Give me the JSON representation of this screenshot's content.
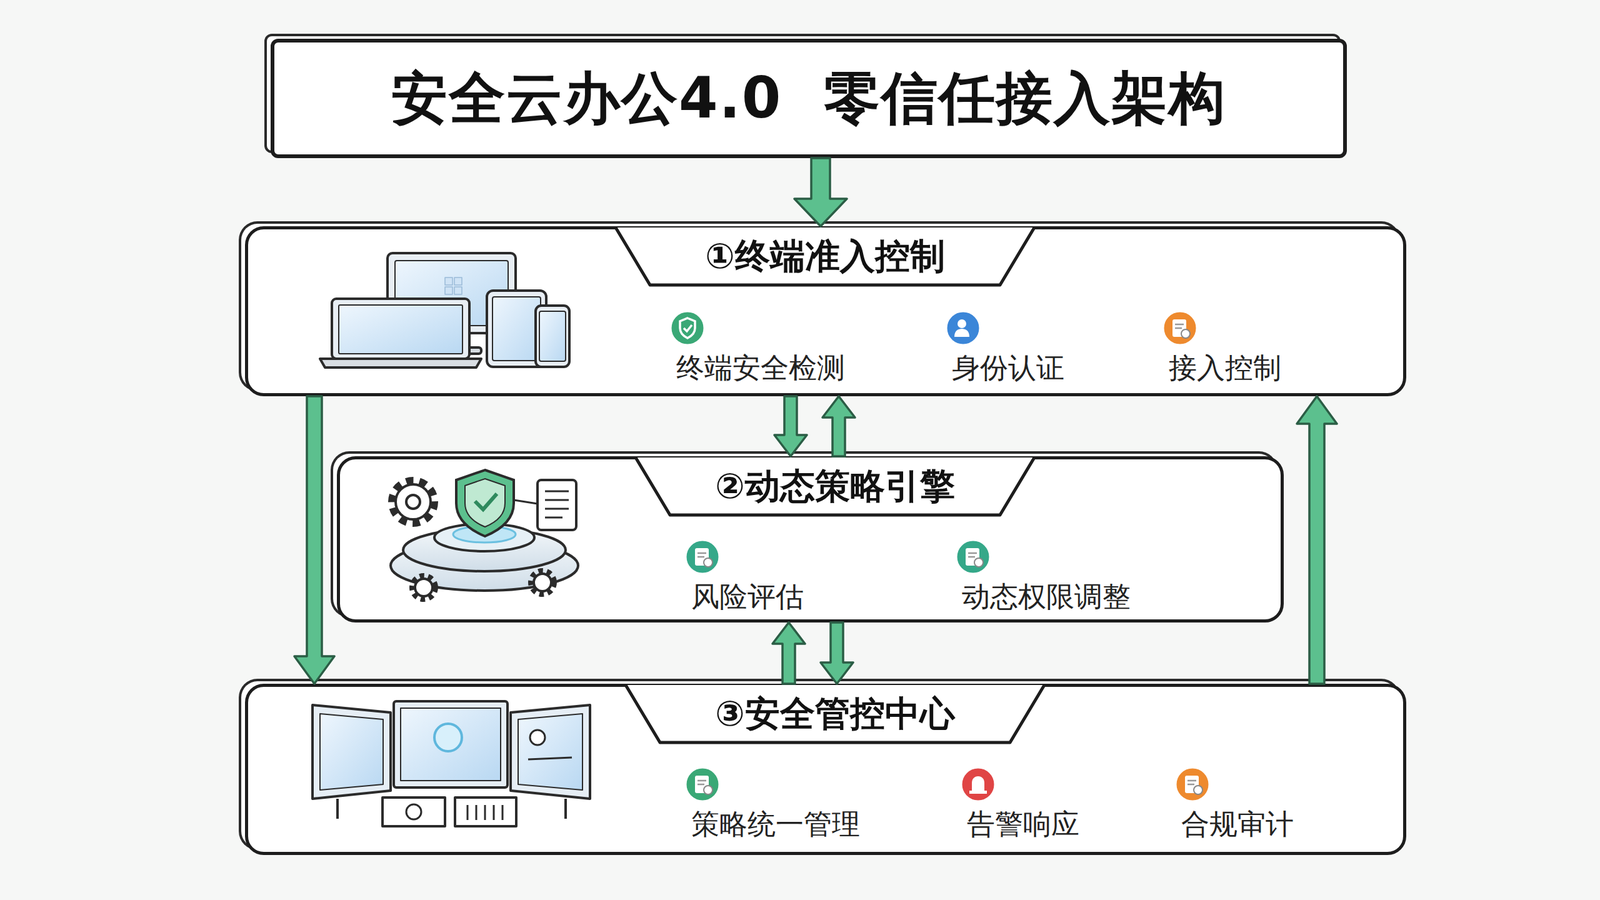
{
  "diagram": {
    "nodes": [
      {
        "text": [
          "安全云办公4.0  零信任接入架构"
        ]
      },
      {
        "text": [
          "①终端准入控制"
        ]
      },
      {
        "text": [
          "终端安全检测"
        ],
        "in": 1
      },
      {
        "text": [
          "身份认证"
        ],
        "in": 1
      },
      {
        "text": [
          "接入控制"
        ],
        "in": 1
      },
      {
        "text": [
          "②动态策略引擎"
        ]
      },
      {
        "text": [
          "风险评估"
        ],
        "in": 5
      },
      {
        "text": [
          "动态权限调整"
        ],
        "in": 5
      },
      {
        "text": [
          "③安全管控中心"
        ]
      },
      {
        "text": [
          "策略统一管理"
        ],
        "in": 8
      },
      {
        "text": [
          "告警响应"
        ],
        "in": 8
      },
      {
        "text": [
          "合规审计"
        ],
        "in": 8
      }
    ],
    "edges": [
      {
        "from": 0,
        "to": 1,
        "arrow": "to"
      },
      {
        "from": 1,
        "to": 5,
        "arrow": "to"
      },
      {
        "from": 5,
        "to": 1,
        "arrow": "to"
      },
      {
        "from": 8,
        "to": 5,
        "arrow": "to"
      },
      {
        "from": 5,
        "to": 8,
        "arrow": "to"
      },
      {
        "from": 1,
        "to": 8,
        "arrow": "to"
      },
      {
        "from": 8,
        "to": 1,
        "arrow": "to"
      }
    ]
  }
}
